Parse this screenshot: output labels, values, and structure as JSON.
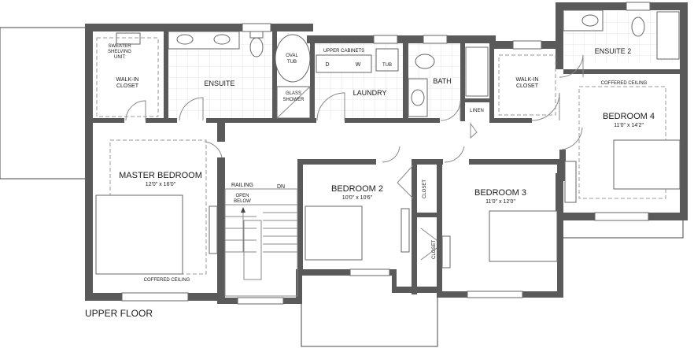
{
  "floor_label": "UPPER FLOOR",
  "rooms": {
    "sweater_unit": [
      "SWEATER",
      "SHELVING",
      "UNIT"
    ],
    "walkin_closet_master": [
      "WALK-IN",
      "CLOSET"
    ],
    "ensuite": "ENSUITE",
    "oval_tub": [
      "OVAL",
      "TUB"
    ],
    "glass_shower": [
      "GLASS",
      "SHOWER"
    ],
    "upper_cabinets": "UPPER CABINETS",
    "dryer": "D",
    "washer": "W",
    "laundry_tub": "TUB",
    "laundry": "LAUNDRY",
    "bath": "BATH",
    "linen": "LINEN",
    "walkin_closet_b4": [
      "WALK-IN",
      "CLOSET"
    ],
    "ensuite2": "ENSUITE 2",
    "coffered_b4": "COFFERED CEILING",
    "bedroom4": "BEDROOM 4",
    "bedroom4_dim": "11'0\" x 14'2\"",
    "master_bedroom": "MASTER BEDROOM",
    "master_dim": "12'0\" x 16'0\"",
    "coffered_master": "COFFERED CEILING",
    "railing": "RAILING",
    "dn": "DN",
    "open_below": [
      "OPEN",
      "BELOW"
    ],
    "bedroom2": "BEDROOM 2",
    "bedroom2_dim": "10'0\" x 10'6\"",
    "closet_a": "CLOSET",
    "closet_b": "CLOSET",
    "bedroom3": "BEDROOM 3",
    "bedroom3_dim": "11'0\" x 12'0\""
  }
}
